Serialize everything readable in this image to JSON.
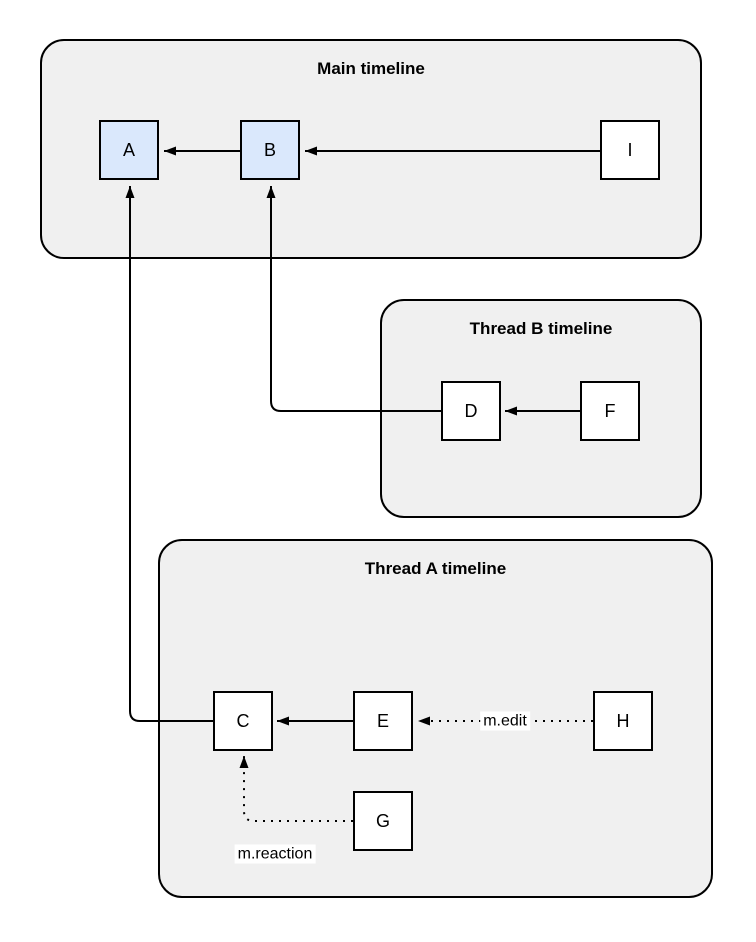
{
  "diagram": {
    "containers": {
      "main": {
        "title": "Main timeline"
      },
      "thread_b": {
        "title": "Thread B timeline"
      },
      "thread_a": {
        "title": "Thread A timeline"
      }
    },
    "nodes": {
      "a": {
        "label": "A",
        "highlighted": true
      },
      "b": {
        "label": "B",
        "highlighted": true
      },
      "i": {
        "label": "I",
        "highlighted": false
      },
      "d": {
        "label": "D",
        "highlighted": false
      },
      "f": {
        "label": "F",
        "highlighted": false
      },
      "c": {
        "label": "C",
        "highlighted": false
      },
      "e": {
        "label": "E",
        "highlighted": false
      },
      "h": {
        "label": "H",
        "highlighted": false
      },
      "g": {
        "label": "G",
        "highlighted": false
      }
    },
    "edges": [
      {
        "from": "B",
        "to": "A",
        "style": "solid"
      },
      {
        "from": "I",
        "to": "B",
        "style": "solid"
      },
      {
        "from": "D",
        "to": "B",
        "style": "solid"
      },
      {
        "from": "F",
        "to": "D",
        "style": "solid"
      },
      {
        "from": "C",
        "to": "A",
        "style": "solid"
      },
      {
        "from": "E",
        "to": "C",
        "style": "solid"
      },
      {
        "from": "H",
        "to": "E",
        "style": "dotted",
        "label": "m.edit"
      },
      {
        "from": "G",
        "to": "C",
        "style": "dotted",
        "label": "m.reaction"
      }
    ],
    "edge_labels": {
      "edit": "m.edit",
      "reaction": "m.reaction"
    },
    "colors": {
      "container_fill": "#f0f0f0",
      "container_stroke": "#000000",
      "node_fill": "#ffffff",
      "node_fill_highlighted": "#dae8fc",
      "node_stroke": "#000000",
      "edge_stroke": "#000000",
      "label_background": "#ffffff"
    }
  }
}
